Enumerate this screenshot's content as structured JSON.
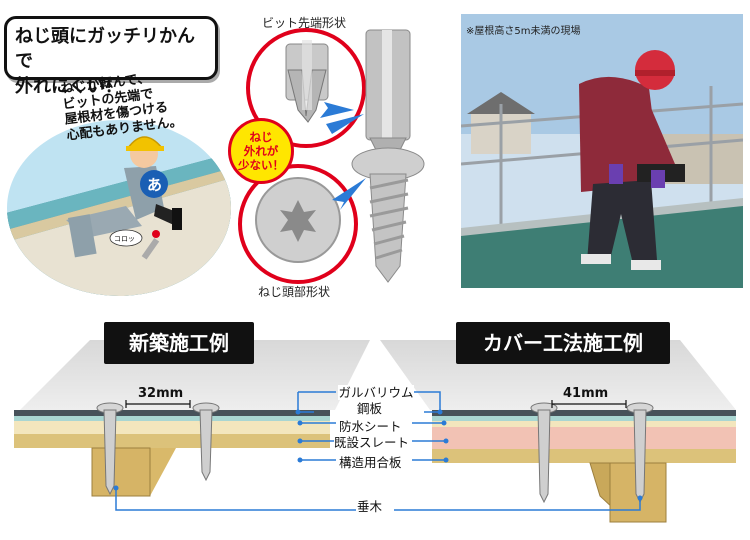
{
  "top_left": {
    "headline": "ねじ頭にガッチリかんで\n外れにくい！",
    "note": "ねじが転んで、\nビットの先端で\n屋根材を傷つける\n心配もありません。",
    "speech_a": "あ",
    "speech_b": "コロッ"
  },
  "top_middle": {
    "bit_tip_label": "ビット先端形状",
    "head_shape_label": "ねじ頭部形状",
    "badge": "ねじ\n外れが\n少ない！"
  },
  "top_right": {
    "photo_caption": "※屋根高さ5m未満の現場"
  },
  "bottom": {
    "new_title": "新築施工例",
    "cover_title": "カバー工法施工例",
    "new_dim": "32mm",
    "cover_dim": "41mm",
    "layers": {
      "galva_1": "ガルバリウム",
      "galva_2": "鋼板",
      "sheet": "防水シート",
      "slate": "既設スレート",
      "plywood": "構造用合板",
      "rafter": "垂木"
    }
  },
  "colors": {
    "accent_red": "#e0001b",
    "badge_yellow": "#ffe600",
    "leader_blue": "#2b7bd6",
    "plywood": "#dcc27a",
    "slate_pink": "#f2c2b4",
    "sheet_teal": "#a9d6d2",
    "steel_dark": "#47525a"
  }
}
